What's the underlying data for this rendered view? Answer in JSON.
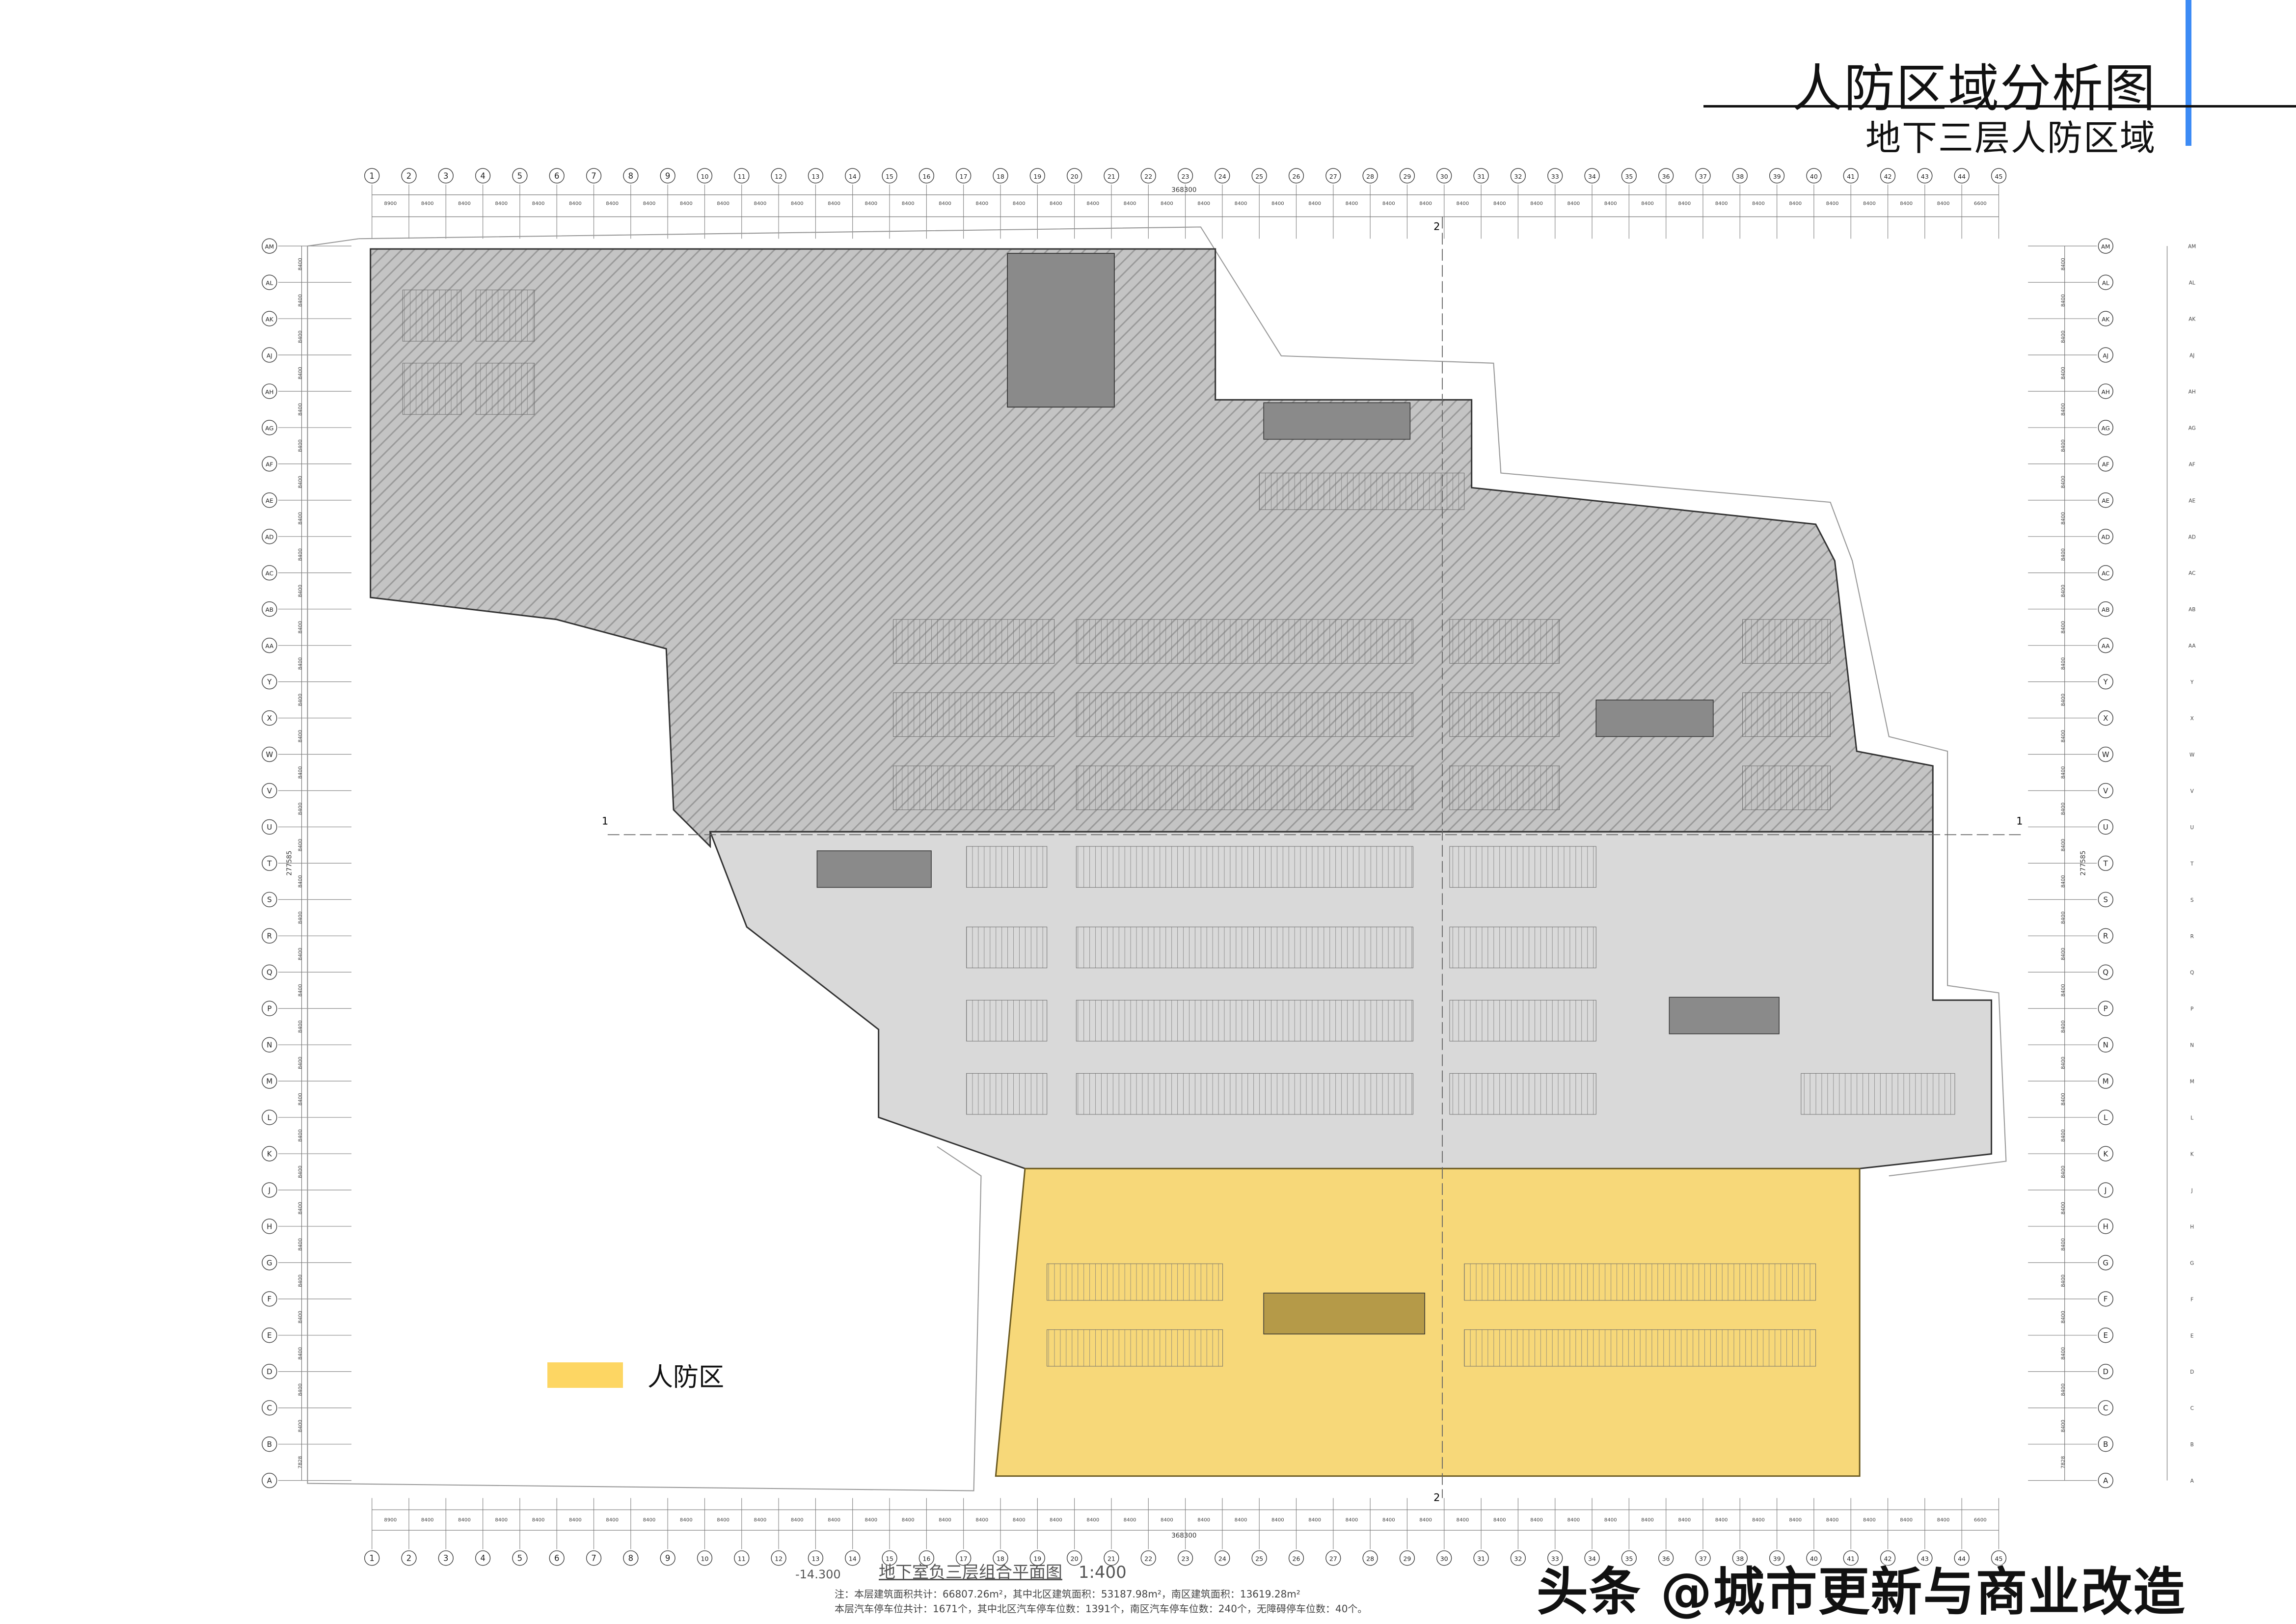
{
  "header": {
    "title": "人防区域分析图",
    "subtitle": "地下三层人防区域",
    "accent_color": "#3d8bf5"
  },
  "legend": {
    "label": "人防区",
    "color": "#fdd663"
  },
  "plan": {
    "zone_colors": {
      "north": "#bdbdbd",
      "middle": "#d9d9d9",
      "civil_defense": "#f6d46a"
    },
    "column_axes": [
      "1",
      "2",
      "3",
      "4",
      "5",
      "6",
      "7",
      "8",
      "9",
      "10",
      "11",
      "12",
      "13",
      "14",
      "15",
      "16",
      "17",
      "18",
      "19",
      "20",
      "21",
      "22",
      "23",
      "24",
      "25",
      "26",
      "27",
      "28",
      "29",
      "30",
      "31",
      "32",
      "33",
      "34",
      "35",
      "36",
      "37",
      "38",
      "39",
      "40",
      "41",
      "42",
      "43",
      "44",
      "45"
    ],
    "row_axes": [
      "AM",
      "AL",
      "AK",
      "AJ",
      "AH",
      "AG",
      "AF",
      "AE",
      "AD",
      "AC",
      "AB",
      "AA",
      "Y",
      "X",
      "W",
      "V",
      "U",
      "T",
      "S",
      "R",
      "Q",
      "P",
      "N",
      "M",
      "L",
      "K",
      "J",
      "H",
      "G",
      "F",
      "E",
      "D",
      "C",
      "B",
      "A"
    ],
    "column_spans": [
      "8900",
      "8400",
      "8400",
      "8400",
      "8400",
      "8400",
      "8400",
      "8400",
      "8400",
      "8400",
      "8400",
      "8400",
      "8400",
      "8400",
      "8400",
      "8400",
      "8400",
      "8400",
      "8400",
      "8400",
      "8400",
      "8400",
      "8400",
      "8400",
      "8400",
      "8400",
      "8400",
      "8400",
      "8400",
      "8400",
      "8400",
      "8400",
      "8400",
      "8400",
      "8400",
      "8400",
      "8400",
      "8400",
      "8400",
      "8400",
      "8400",
      "8400",
      "8400",
      "6600"
    ],
    "row_spans": [
      "8400",
      "8400",
      "8400",
      "8400",
      "8400",
      "8400",
      "8400",
      "8400",
      "8400",
      "8400",
      "8400",
      "8400",
      "8400",
      "8400",
      "8400",
      "8400",
      "8400",
      "8400",
      "8400",
      "8400",
      "8400",
      "8400",
      "8400",
      "8400",
      "8400",
      "8400",
      "8400",
      "8400",
      "8400",
      "8400",
      "8400",
      "8400",
      "8400",
      "7828"
    ],
    "total_width": "368300",
    "total_height": "277585",
    "section_marks": [
      "1",
      "2"
    ]
  },
  "drawing": {
    "elevation": "-14.300",
    "title": "地下室负三层组合平面图",
    "scale": "1:400",
    "note_line1": "注：本层建筑面积共计：66807.26m²，其中北区建筑面积：53187.98m²，南区建筑面积：13619.28m²",
    "note_line2": "本层汽车停车位共计：1671个，其中北区汽车停车位数：1391个，南区汽车停车位数：240个，无障碍停车位数：40个。"
  },
  "watermark": "头条 @城市更新与商业改造"
}
